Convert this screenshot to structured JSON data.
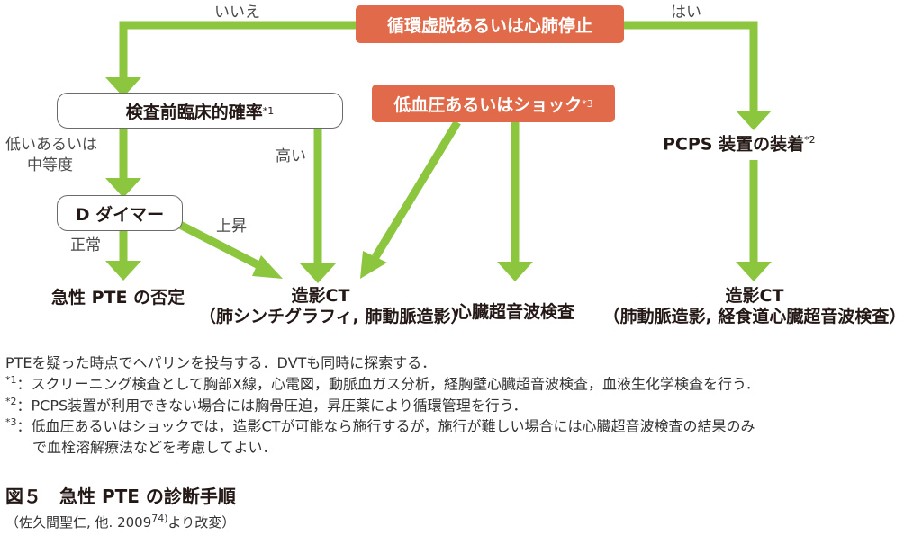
{
  "colors": {
    "arrow": "#8cc63f",
    "accent_box": "#e06a4a",
    "box_border": "#6b6b6b"
  },
  "top_box": "循環虚脱あるいは心肺停止",
  "label_no": "いいえ",
  "label_yes": "はい",
  "pretest_box": "検査前臨床的確率",
  "pretest_sup": "*1",
  "hypotension_box": "低血圧あるいはショック",
  "hypotension_sup": "*3",
  "pcps": "PCPS 装置の装着",
  "pcps_sup": "*2",
  "label_low1": "低いあるいは",
  "label_low2": "中等度",
  "label_high": "高い",
  "ddimer_box": "D ダイマー",
  "label_normal": "正常",
  "label_rise": "上昇",
  "result_negate": "急性 PTE の否定",
  "result_ct_title": "造影CT",
  "result_ct_sub": "（肺シンチグラフィ, 肺動脈造影）",
  "result_echo": "心臓超音波検査",
  "result_ct2_title": "造影CT",
  "result_ct2_sub": "（肺動脈造影, 経食道心臓超音波検査）",
  "notes": {
    "line0": "PTEを疑った時点でヘパリンを投与する．DVTも同時に探索する．",
    "n1_mark": "*1",
    "n1_text": "：スクリーニング検査として胸部X線，心電図，動脈血ガス分析，経胸壁心臓超音波検査，血液生化学検査を行う．",
    "n2_mark": "*2",
    "n2_text": "：PCPS装置が利用できない場合には胸骨圧迫，昇圧薬により循環管理を行う．",
    "n3_mark": "*3",
    "n3_text": "：低血圧あるいはショックでは，造影CTが可能なら施行するが，施行が難しい場合には心臓超音波検査の結果のみ",
    "n3_cont": "で血栓溶解療法などを考慮してよい．"
  },
  "caption": "図５　急性 PTE の診断手順",
  "source_prefix": "（佐久間聖仁, 他. 2009",
  "source_ref": "74)",
  "source_suffix": "より改変）"
}
